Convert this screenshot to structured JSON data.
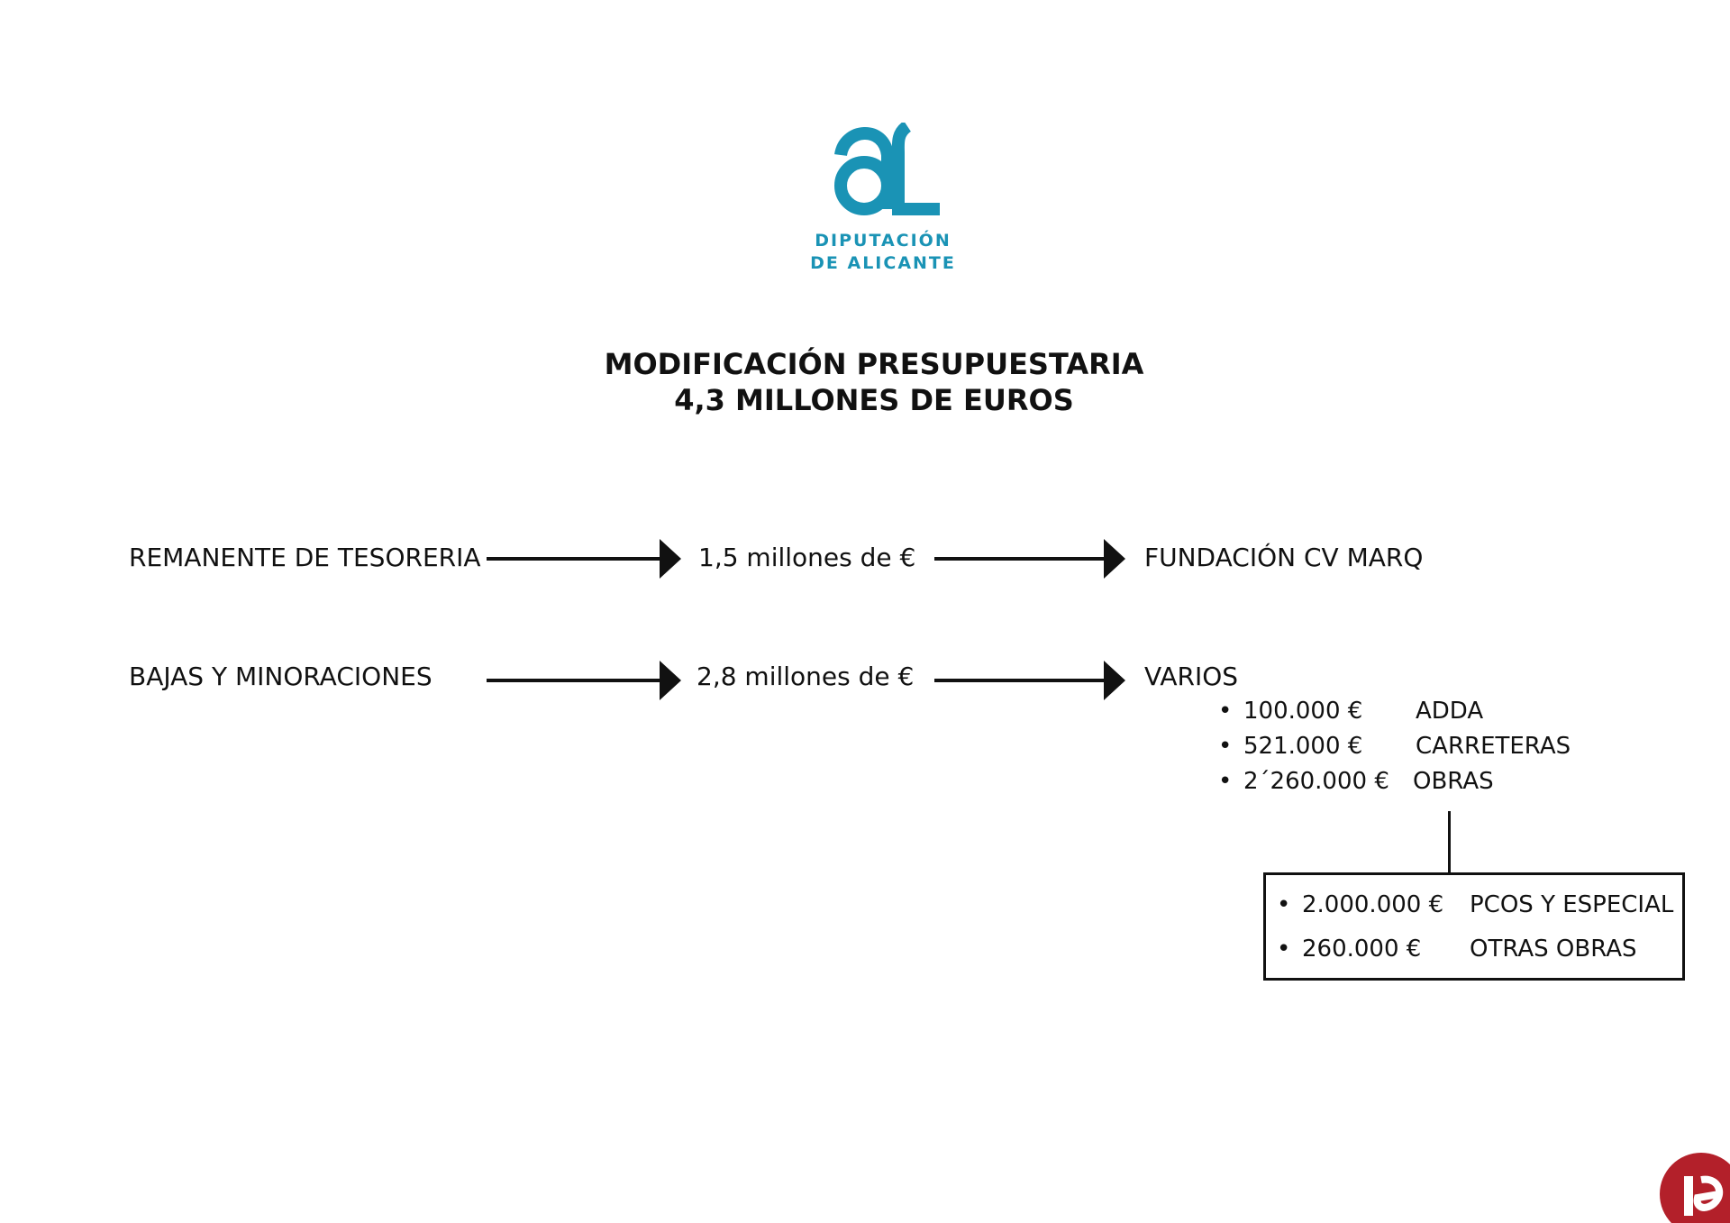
{
  "logo": {
    "lettering": "aL",
    "line1": "DIPUTACIÓN",
    "line2": "DE ALICANTE",
    "color": "#1a93b5"
  },
  "title": {
    "line1": "MODIFICACIÓN PRESUPUESTARIA",
    "line2": "4,3 MILLONES DE EUROS"
  },
  "rows": [
    {
      "source": "REMANENTE DE TESORERIA",
      "amount": "1,5 millones de €",
      "destination": "FUNDACIÓN CV MARQ"
    },
    {
      "source": "BAJAS Y MINORACIONES",
      "amount": "2,8 millones de €",
      "destination": "VARIOS"
    }
  ],
  "varios_items": [
    {
      "amount": "100.000 €",
      "name": "ADDA"
    },
    {
      "amount": "521.000 €",
      "name": "CARRETERAS"
    },
    {
      "amount": "2´260.000 €",
      "name": "OBRAS"
    }
  ],
  "obras_breakdown": [
    {
      "amount": "2.000.000 €",
      "name": "PCOS Y ESPECIAL"
    },
    {
      "amount": "260.000 €",
      "name": "OTRAS OBRAS"
    }
  ],
  "bullet_symbol": "•",
  "corner_logo": {
    "color": "#b3202a"
  }
}
